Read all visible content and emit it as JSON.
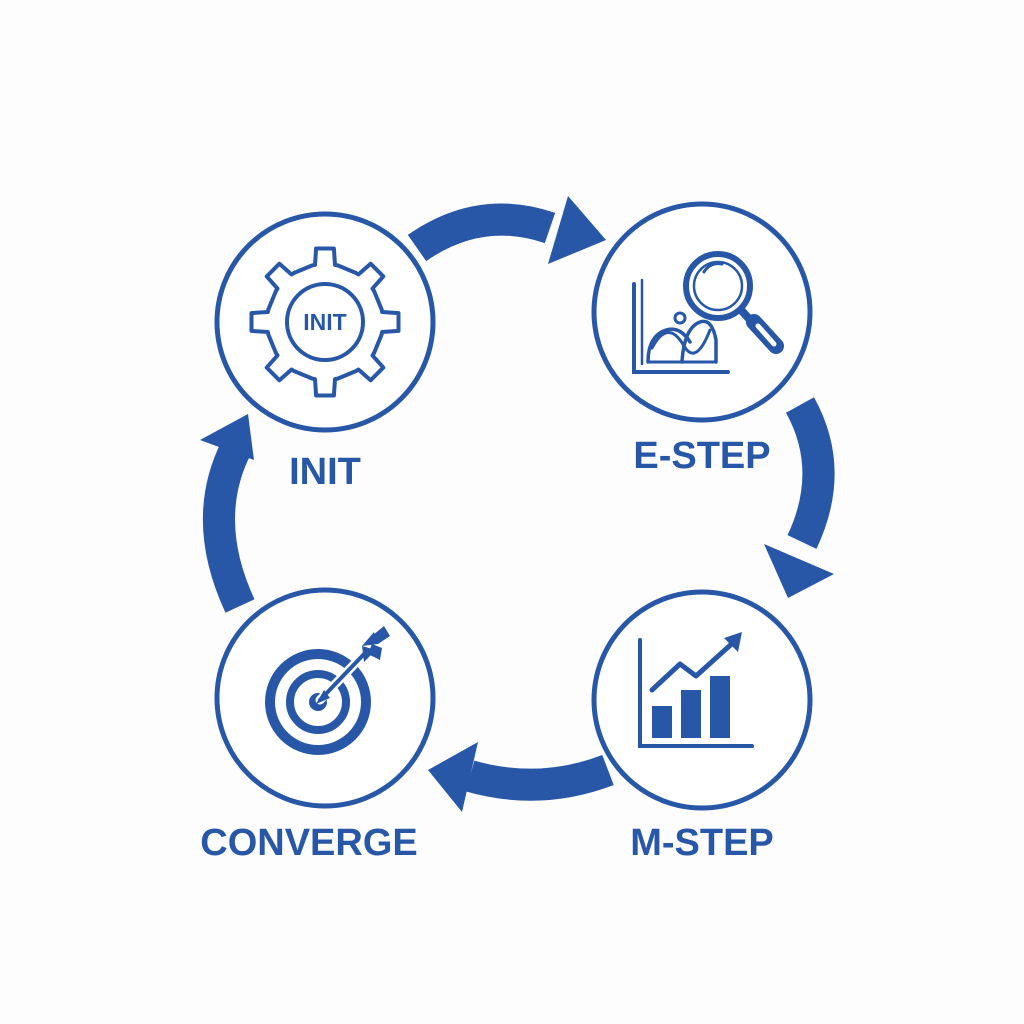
{
  "diagram": {
    "accent_color": "#2757a6",
    "background_color": "#fdfdfd",
    "stages": [
      {
        "id": "init",
        "label": "INIT",
        "icon": "gear-icon",
        "icon_text": "INIT"
      },
      {
        "id": "e-step",
        "label": "E-STEP",
        "icon": "magnifier-chart-icon"
      },
      {
        "id": "m-step",
        "label": "M-STEP",
        "icon": "growth-bar-chart-icon"
      },
      {
        "id": "converge",
        "label": "CONVERGE",
        "icon": "target-arrow-icon"
      }
    ],
    "arrows": [
      {
        "from": "init",
        "to": "e-step"
      },
      {
        "from": "e-step",
        "to": "m-step"
      },
      {
        "from": "m-step",
        "to": "converge"
      },
      {
        "from": "converge",
        "to": "init"
      }
    ]
  }
}
